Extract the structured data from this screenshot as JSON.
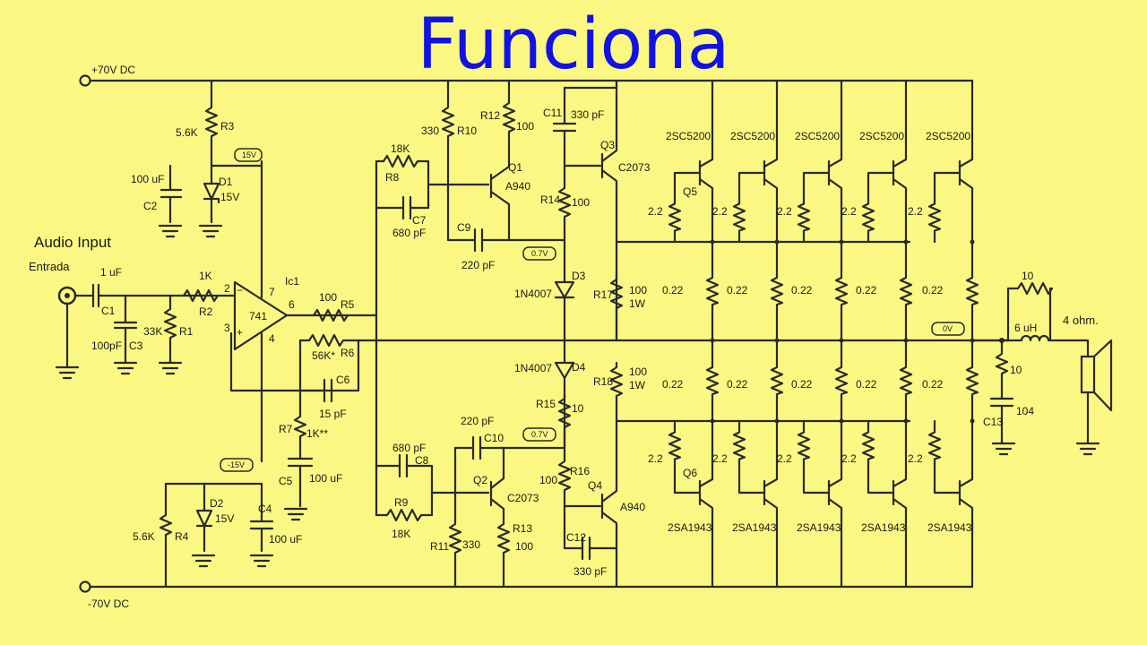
{
  "title": "Funciona",
  "rails": {
    "pos": "+70V DC",
    "neg": "-70V DC"
  },
  "input": {
    "label": "Audio Input",
    "sub": "Entrada"
  },
  "output": {
    "load": "4 ohm.",
    "inductor": "6 uH",
    "r_parallel": "10",
    "r_snub": "10",
    "c_snub": "104",
    "c_ref": "C13"
  },
  "tags": {
    "p15": "15V",
    "n15": "-15V",
    "v07a": "0.7V",
    "v07b": "0.7V",
    "zero": "0V"
  },
  "parts": {
    "R3": "R3",
    "R3v": "5.6K",
    "C2": "C2",
    "C2v": "100 uF",
    "D1": "D1",
    "D1v": "15V",
    "C1": "C1",
    "C1v": "1 uF",
    "C3": "C3",
    "C3v": "100pF",
    "R1": "R1",
    "R1v": "33K",
    "R2": "R2",
    "R2v": "1K",
    "IC": "Ic1",
    "ICv": "741",
    "pin2": "2",
    "pin3": "3",
    "pin7": "7",
    "pin6": "6",
    "pin4": "4",
    "R5": "R5",
    "R5v": "100",
    "R6": "R6",
    "R6v": "56K*",
    "C6": "C6",
    "C6v": "15 pF",
    "R7": "R7",
    "R7v": "1K**",
    "C5": "C5",
    "C5v": "100 uF",
    "R4": "R4",
    "R4v": "5.6K",
    "D2": "D2",
    "D2v": "15V",
    "C4": "C4",
    "C4v": "100 uF",
    "R8": "R8",
    "R8v": "18K",
    "C7": "C7",
    "C7v": "680 pF",
    "R10": "R10",
    "R10v": "330",
    "R12": "R12",
    "R12v": "100",
    "Q1": "Q1",
    "Q1v": "A940",
    "C9": "C9",
    "C9v": "220 pF",
    "C11": "C11",
    "C11v": "330 pF",
    "Q3": "Q3",
    "Q3v": "C2073",
    "R14": "R14",
    "R14v": "100",
    "D3": "D3",
    "D3v": "1N4007",
    "D4": "D4",
    "D4v": "1N4007",
    "R17": "R17",
    "R17v": "100",
    "R17w": "1W",
    "R18": "R18",
    "R18v": "100",
    "R18w": "1W",
    "R15": "R15",
    "R15v": "10",
    "R16": "R16",
    "R16v": "100",
    "C10": "C10",
    "C10v": "220 pF",
    "C8": "C8",
    "C8v": "680 pF",
    "R9": "R9",
    "R9v": "18K",
    "Q2": "Q2",
    "Q2v": "C2073",
    "R11": "R11",
    "R11v": "330",
    "R13": "R13",
    "R13v": "100",
    "Q4": "Q4",
    "Q4v": "A940",
    "C12": "C12",
    "C12v": "330 pF",
    "Q5": "Q5",
    "Q6": "Q6"
  },
  "npn": [
    "2SC5200",
    "2SC5200",
    "2SC5200",
    "2SC5200",
    "2SC5200"
  ],
  "pnp": [
    "2SA1943",
    "2SA1943",
    "2SA1943",
    "2SA1943",
    "2SA1943"
  ],
  "base_r": [
    "2.2",
    "2.2",
    "2.2",
    "2.2",
    "2.2"
  ],
  "emit_top": [
    "0.22",
    "0.22",
    "0.22",
    "0.22",
    "0.22"
  ],
  "emit_bot": [
    "0.22",
    "0.22",
    "0.22",
    "0.22",
    "0.22"
  ]
}
